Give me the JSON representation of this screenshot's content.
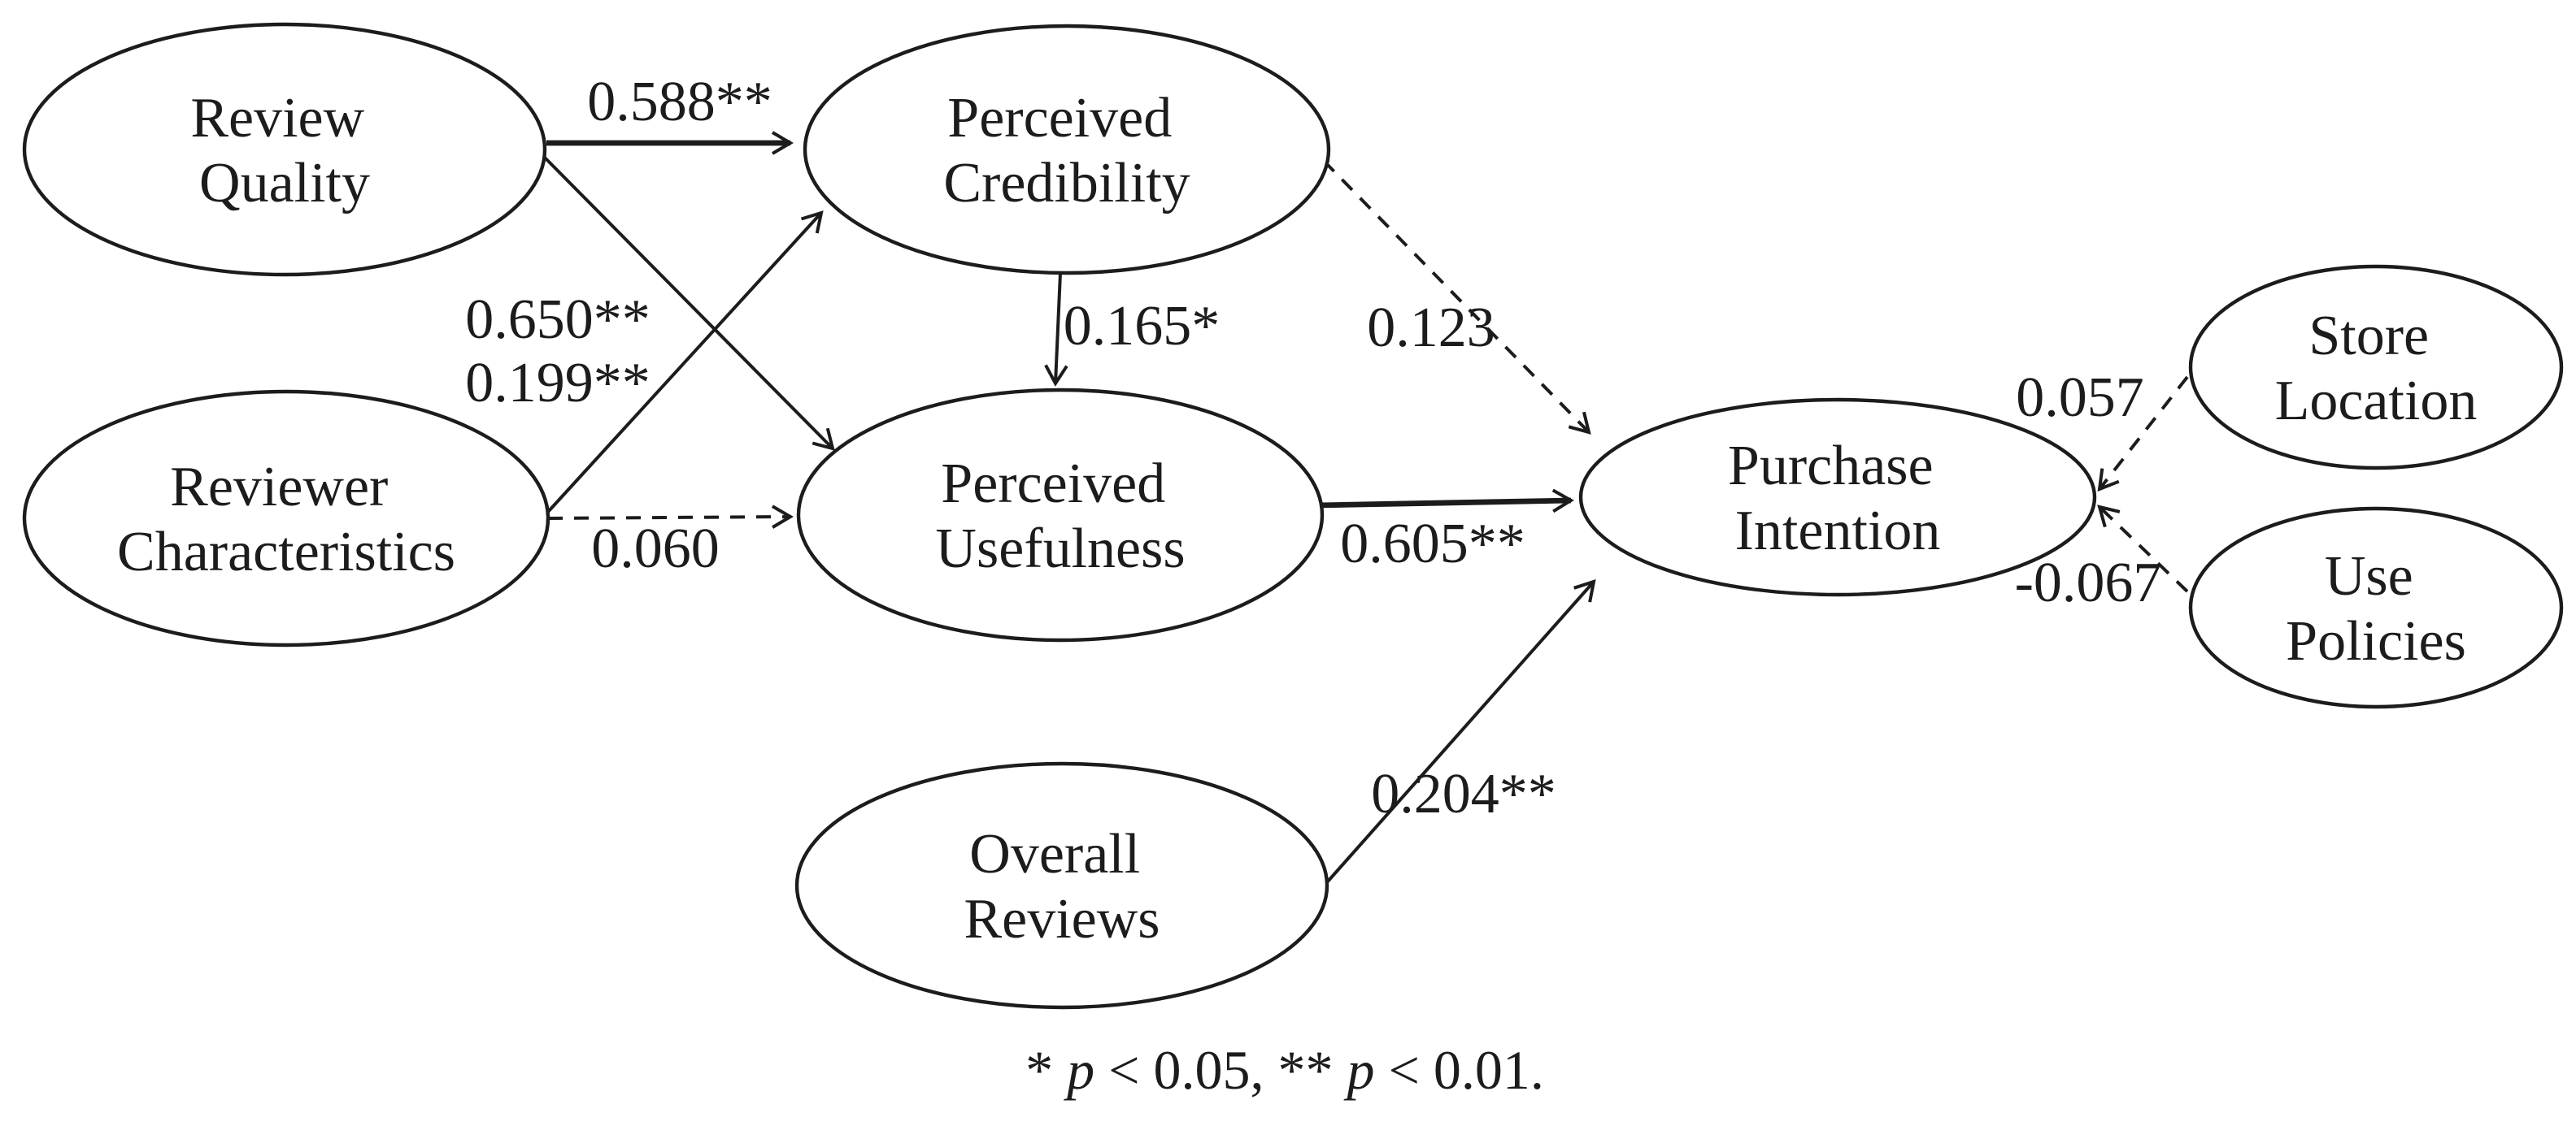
{
  "diagram": {
    "nodes": {
      "review_quality": {
        "line1": "Review",
        "line2": "Quality"
      },
      "perceived_credibility": {
        "line1": "Perceived",
        "line2": "Credibility"
      },
      "reviewer_characteristics": {
        "line1": "Reviewer",
        "line2": "Characteristics"
      },
      "perceived_usefulness": {
        "line1": "Perceived",
        "line2": "Usefulness"
      },
      "purchase_intention": {
        "line1": "Purchase",
        "line2": "Intention"
      },
      "store_location": {
        "line1": "Store",
        "line2": "Location"
      },
      "use_policies": {
        "line1": "Use",
        "line2": "Policies"
      },
      "overall_reviews": {
        "line1": "Overall",
        "line2": "Reviews"
      }
    },
    "edges": {
      "review_quality_to_perceived_credibility": {
        "coefficient": "0.588**",
        "style": "solid"
      },
      "review_quality_to_perceived_usefulness": {
        "coefficient": "0.650**",
        "style": "solid"
      },
      "reviewer_characteristics_to_perceived_credibility": {
        "coefficient": "0.199**",
        "style": "solid"
      },
      "reviewer_characteristics_to_perceived_usefulness": {
        "coefficient": "0.060",
        "style": "dashed"
      },
      "perceived_credibility_to_perceived_usefulness": {
        "coefficient": "0.165*",
        "style": "solid"
      },
      "perceived_credibility_to_purchase_intention": {
        "coefficient": "0.123",
        "style": "dashed"
      },
      "perceived_usefulness_to_purchase_intention": {
        "coefficient": "0.605**",
        "style": "solid"
      },
      "overall_reviews_to_purchase_intention": {
        "coefficient": "0.204**",
        "style": "solid"
      },
      "store_location_to_purchase_intention": {
        "coefficient": "0.057",
        "style": "dashed"
      },
      "use_policies_to_purchase_intention": {
        "coefficient": "-0.067",
        "style": "dashed"
      }
    },
    "footnote": {
      "part1": "* ",
      "part2": "p",
      "part3": " < 0.05, ** ",
      "part4": "p",
      "part5": " < 0.01."
    },
    "colors": {
      "ink": "#1c1c1c",
      "background": "#ffffff"
    }
  }
}
